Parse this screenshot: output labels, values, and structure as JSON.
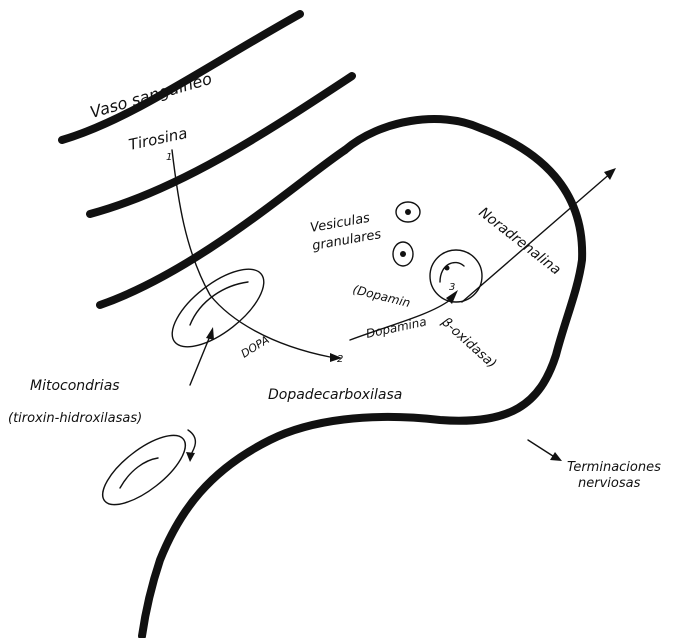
{
  "labels": {
    "blood_vessel": "Vaso sanguineo",
    "tyrosine": "Tirosina",
    "granular_vesicles_line1": "Vesiculas",
    "granular_vesicles_line2": "granulares",
    "noradrenaline": "Noradrenalina",
    "dopamine_b_oxidase_part1": "(Dopamin",
    "dopamine_b_oxidase_part2": "β-oxidasa)",
    "dopamine": "Dopamina",
    "dopa": "DOPA",
    "dopa_decarboxylase": "Dopadecarboxilasa",
    "mitochondria": "Mitocondrias",
    "tyrosine_hydroxylases": "(tiroxin-hidroxilasas)",
    "nerve_endings_line1": "Terminaciones",
    "nerve_endings_line2": "nerviosas"
  },
  "step_markers": {
    "step1": "1",
    "step2": "2",
    "step3": "3"
  },
  "colors": {
    "ink": "#111111",
    "background": "#ffffff"
  }
}
